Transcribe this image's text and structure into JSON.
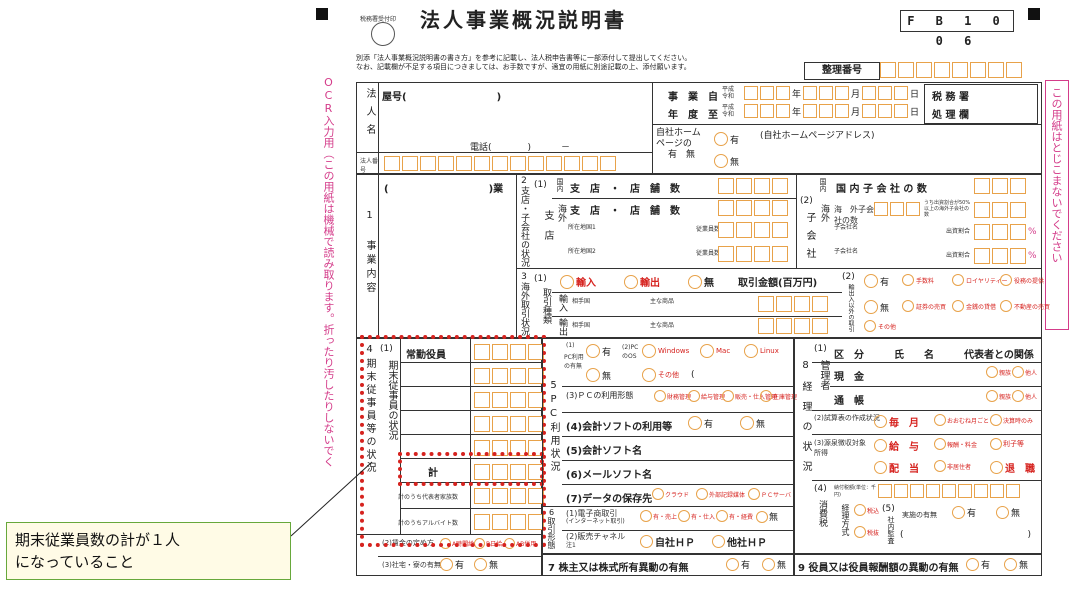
{
  "form": {
    "title": "法人事業概況説明書",
    "code": "F B 1 0 0 6",
    "receipt_stamp": "税務署受付印",
    "instructions_line1": "別添「法人事業概況説明書の書き方」を参考に記載し、法人税申告書等に一部添付して提出してください。",
    "instructions_line2": "なお、記載欄が不足する項目につきましては、お手数ですが、適宜の用紙に別途記載の上、添付願います。",
    "seiri_bango": "整理番号",
    "zeimusho_label": "税 務 署",
    "shori_label": "処 理 欄"
  },
  "left_side_text": "OCR入力用（この用紙は機械で読み取ります。折ったり汚したりしないでく",
  "right_side_text": "この用紙はとじこまないでください",
  "corp": {
    "name_label": "法人名",
    "yago": "屋号(",
    "yago_close": ")",
    "phone": "電話(",
    "phone_close": ")",
    "phone_dash": "－",
    "corp_no_label": "法人番号",
    "jigyo_nendo_1": "事　業",
    "jigyo_nendo_2": "年　度",
    "from_label": "自",
    "to_label": "至",
    "heisei": "平成",
    "reiwa": "令和",
    "year": "年",
    "month": "月",
    "day": "日",
    "homepage_label_1": "自社ホーム",
    "homepage_label_2": "ページの",
    "homepage_label_3": "有　無",
    "homepage_yes": "有",
    "homepage_no": "無",
    "homepage_address": "(自社ホームページアドレス)"
  },
  "section1": {
    "title": "1 事業内容",
    "paren_open": "(",
    "gyo": ")業"
  },
  "section2": {
    "title": "2支店・子会社の状況",
    "item1": "(1)",
    "shiten": "支店",
    "domestic": "国内",
    "overseas": "海外",
    "domestic_count": "支　店　・　店　舗　数",
    "overseas_count": "支　店　・　店　舗　数",
    "loc1": "所在地国1",
    "loc2": "所在地国2",
    "employees": "従業員数",
    "item2": "(2)",
    "kogaisha": "子会社",
    "domestic_sub": "国 内 子 会 社 の 数",
    "overseas_sub": "海　外子会社の数",
    "ratio_note": "うち出資割合が50%以上の海外子会社の数",
    "sub_name": "子会社名",
    "invest_ratio": "出資割合",
    "percent": "%"
  },
  "section3": {
    "title": "3海外取引状況",
    "item1": "(1)",
    "torihiki": "取引種類",
    "export": "輸出",
    "import": "輸入",
    "none": "無",
    "amount": "取引金額(百万円)",
    "partner": "相手国",
    "main_goods": "主な商品",
    "yunyu": "輸入",
    "yushutsu": "輸出",
    "item2": "(2)",
    "other_label": "輸出入以外の取引",
    "yes": "有",
    "no": "無",
    "fee": "手数料",
    "royalty": "ロイヤリティー",
    "service": "役務の提供",
    "securities": "証券の売買",
    "loan": "金銭の貸借",
    "realestate": "不動産の売買",
    "other": "その他"
  },
  "section4": {
    "title": "4期末従事員等の状況",
    "item1": "(1)",
    "subtitle": "期末従事員の状況",
    "regular_officer": "常勤役員",
    "total": "計",
    "rep_family": "計のうち代表者家族数",
    "part_time": "計のうちアルバイト数",
    "item2": "(2)",
    "wage": "賃金の定め方",
    "wage_a": "A時間給",
    "wage_b": "B日給",
    "wage_ab": "AB併用",
    "item3": "(3)",
    "housing": "社宅・寮の有無",
    "yes": "有",
    "no": "無"
  },
  "section5": {
    "title": "5PC利用状況",
    "item1": "(1)",
    "pc_use": "PC利用の有無",
    "yes": "有",
    "no": "無",
    "os_label": "(2)PCのOS",
    "windows": "Windows",
    "mac": "Mac",
    "linux": "Linux",
    "os_other": "その他",
    "item3": "(3)",
    "usage": "ＰＣの利用形態",
    "u1": "財務管理",
    "u2": "給与管理",
    "u3": "販売・仕入管理",
    "u4": "在庫管理",
    "item4": "(4)会計ソフトの利用等",
    "item5": "(5)会計ソフト名",
    "item6": "(6)メールソフト名",
    "item7": "(7)データの保存先",
    "cloud": "クラウド",
    "ext_media": "外部記録媒体",
    "pc_server": "ＰＣサーバ"
  },
  "section6": {
    "title": "6取引形態",
    "item1": "(1)電子商取引",
    "item1_sub": "(インターネット取引)",
    "e1": "有・売上",
    "e2": "有・仕入",
    "e3": "有・経費",
    "no": "無",
    "item2": "(2)販売チャネル",
    "note1": "注1",
    "own_hp": "自社ＨＰ",
    "other_hp": "他社ＨＰ"
  },
  "section7": {
    "title": "7 株主又は株式所有異動の有無",
    "yes": "有",
    "no": "無"
  },
  "section8": {
    "title": "8経理の状況",
    "item1": "(1)",
    "manager": "管理者",
    "kubun": "区　分",
    "name": "氏　　名",
    "relation": "代表者との関係",
    "cash": "現　金",
    "passbook": "通　帳",
    "relative": "親族",
    "other_person": "他人",
    "item2": "(2)",
    "attendance": "試算表の作成状況",
    "monthly": "毎　月",
    "roughly": "おおむね月ごと",
    "at_closing": "決算時のみ",
    "item3": "(3)",
    "withholding": "源泉徴収対象所得",
    "salary": "給　与",
    "fees": "報酬・料金",
    "interest": "利子等",
    "dividend": "配　当",
    "nonresident": "非居住者",
    "retirement": "退　職",
    "item4": "(4)",
    "consumption_tax": "消費税",
    "tax_payable": "納付税額(単位：千円)",
    "tax_method": "経理方式",
    "tax_inc": "税込",
    "tax_exc": "税抜",
    "item5": "(5)",
    "internal_audit": "社内監査",
    "audit_exists": "実施の有無",
    "yes": "有",
    "no": "無"
  },
  "section9": {
    "title": "9 役員又は役員報酬額の異動の有無",
    "yes": "有",
    "no": "無"
  },
  "callout": {
    "line1": "期末従業員数の計が１人",
    "line2": "になっていること"
  },
  "colors": {
    "accent_orange": "#e8a24a",
    "highlight_red": "#d6231f",
    "side_pink": "#d43c8a",
    "callout_border": "#67a83b"
  }
}
